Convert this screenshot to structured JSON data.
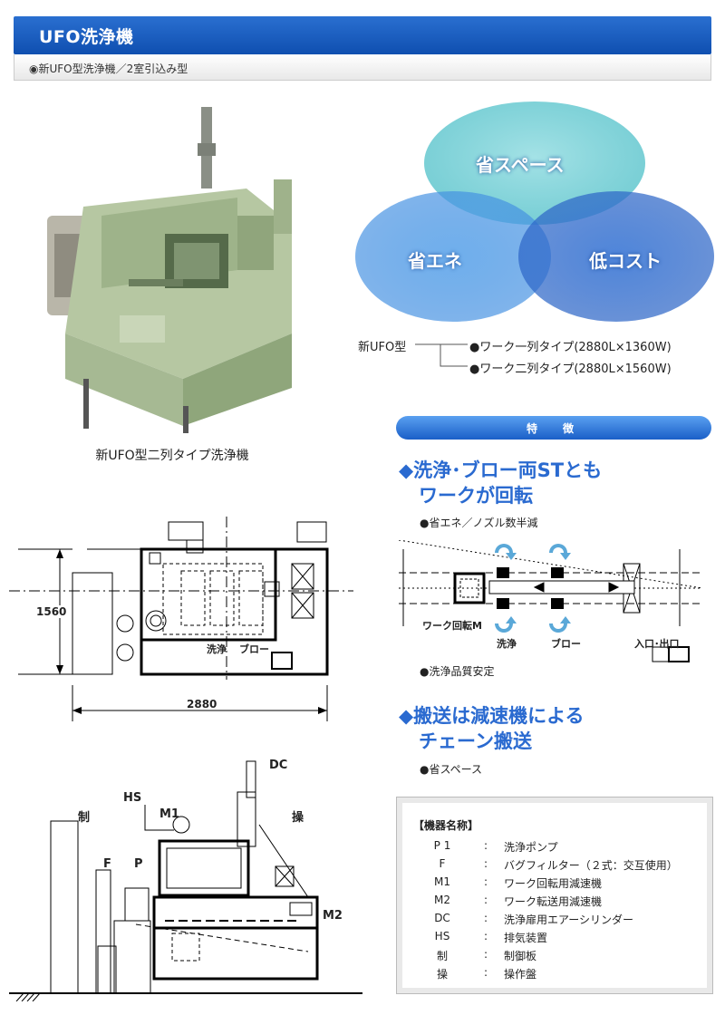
{
  "header": {
    "title": "UFO洗浄機",
    "subtitle": "◉新UFO型洗浄機／2室引込み型"
  },
  "photo": {
    "caption": "新UFO型二列タイプ洗浄機"
  },
  "venn": {
    "top": "省スペース",
    "left": "省エネ",
    "right": "低コスト"
  },
  "models": {
    "name": "新UFO型",
    "items": [
      "●ワーク一列タイプ(2880L×1360W)",
      "●ワーク二列タイプ(2880L×1560W)"
    ]
  },
  "features": {
    "banner": "特　徴",
    "f1": {
      "line1": "◆洗浄･ブロー両STとも",
      "line2": "ワークが回転",
      "note1": "●省エネ／ノズル数半減",
      "note2": "●洗浄品質安定"
    },
    "f2": {
      "line1": "◆搬送は減速機による",
      "line2": "チェーン搬送",
      "note": "●省スペース"
    }
  },
  "diagram1": {
    "width_label": "2880",
    "height_label": "1560",
    "wash": "洗浄",
    "blow": "ブロー"
  },
  "diagram2": {
    "labels": {
      "dc": "DC",
      "hs": "HS",
      "m1": "M1",
      "ctrl": "制",
      "f": "F",
      "p": "P",
      "ops": "操",
      "m2": "M2"
    }
  },
  "flow": {
    "work_rot": "ワーク回転M",
    "wash": "洗浄",
    "blow": "ブロー",
    "inout": "入口･出口"
  },
  "legend": {
    "title": "【機器名称】",
    "rows": [
      {
        "k": "P 1",
        "c": ":",
        "v": "洗浄ポンプ"
      },
      {
        "k": "F",
        "c": ":",
        "v": "バグフィルター（２式：交互使用）"
      },
      {
        "k": "M1",
        "c": ":",
        "v": "ワーク回転用減速機"
      },
      {
        "k": "M2",
        "c": ":",
        "v": "ワーク転送用減速機"
      },
      {
        "k": "DC",
        "c": ":",
        "v": "洗浄扉用エアーシリンダー"
      },
      {
        "k": "HS",
        "c": ":",
        "v": "排気装置"
      },
      {
        "k": "制",
        "c": ":",
        "v": "制御板"
      },
      {
        "k": "操",
        "c": ":",
        "v": "操作盤"
      }
    ]
  }
}
